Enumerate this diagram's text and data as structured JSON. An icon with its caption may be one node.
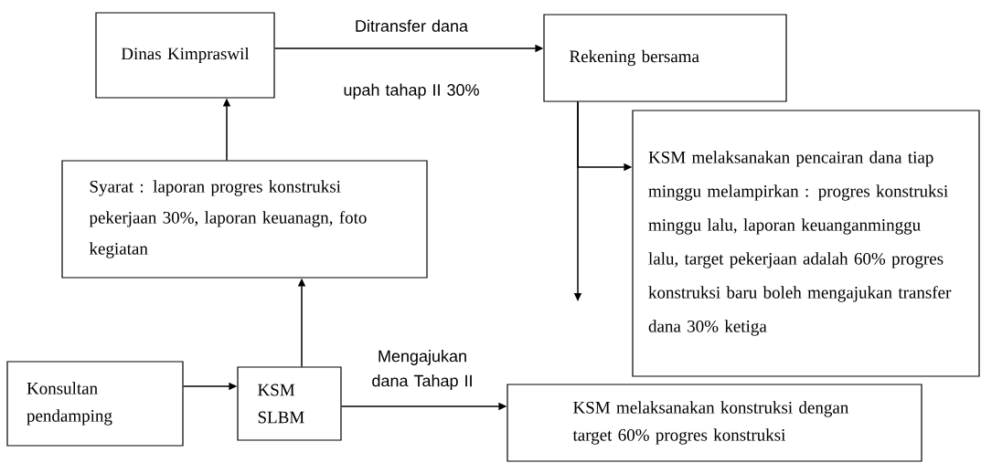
{
  "diagram": {
    "nodes": [
      {
        "text": [
          "Dinas Kimpraswil"
        ]
      },
      {
        "text": [
          "Rekening bersama"
        ]
      },
      {
        "text": [
          "Syarat : laporan progres konstruksi pekerjaan 30%, laporan keuanagn, foto kegiatan"
        ]
      },
      {
        "text": [
          "KSM melaksanakan pencairan dana tiap minggu melampirkan : progres konstruksi minggu lalu, laporan keuanganminggu lalu, target pekerjaan adalah 60% progres konstruksi baru boleh mengajukan transfer dana 30% ketiga"
        ]
      },
      {
        "text": [
          "Konsultan pendamping"
        ]
      },
      {
        "text": [
          "KSM SLBM"
        ]
      },
      {
        "text": [
          "KSM melaksanakan konstruksi dengan target 60% progres konstruksi"
        ]
      }
    ],
    "edges": [
      {
        "from": 0,
        "to": 1,
        "arrow": "to",
        "label": "Ditransfer dana upah tahap II 30%"
      },
      {
        "from": 2,
        "to": 0,
        "arrow": "to"
      },
      {
        "from": 5,
        "to": 2,
        "arrow": "to"
      },
      {
        "from": 4,
        "to": 5,
        "arrow": "to"
      },
      {
        "from": 5,
        "to": 6,
        "arrow": "to",
        "label": "Mengajukan dana Tahap II"
      },
      {
        "from": 1,
        "to": null,
        "arrow": "to"
      },
      {
        "from": 1,
        "to": 3,
        "arrow": "to"
      }
    ]
  }
}
